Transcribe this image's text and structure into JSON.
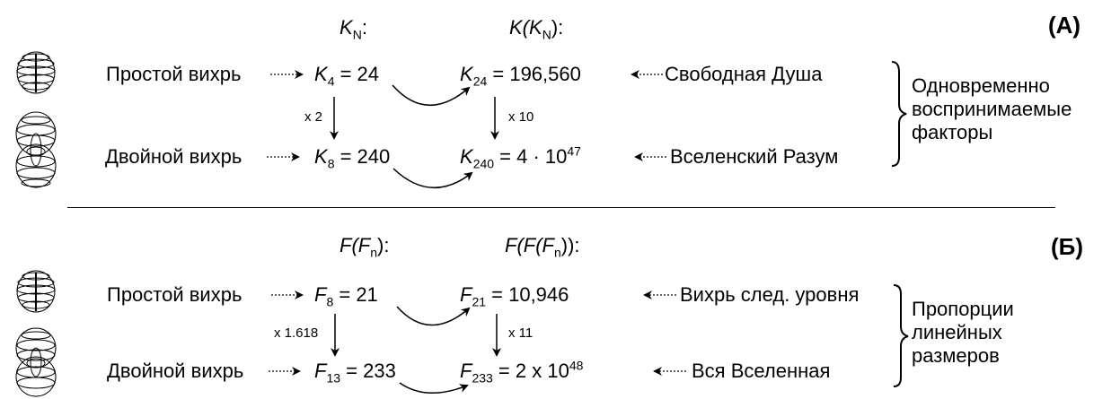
{
  "panel_a": {
    "label": "(А)",
    "col1_header_sym": "K",
    "col1_header_sub": "N",
    "col1_header_tail": ":",
    "col2_header_pre": "K(",
    "col2_header_sym": "K",
    "col2_header_sub": "N",
    "col2_header_tail": "):",
    "row1_left": "Простой вихрь",
    "row2_left": "Двойной вихрь",
    "row1_v1_sub": "4",
    "row1_v1_val": " = 24",
    "row2_v1_sub": "8",
    "row2_v1_val": " = 240",
    "row1_v2_sub": "24",
    "row1_v2_val": " = 196,560",
    "row2_v2_sub": "240",
    "row2_v2_val": " = 4 · 10",
    "row2_v2_exp": "47",
    "row1_right": "Свободная Душа",
    "row2_right": "Вселенский Разум",
    "mult1": "x 2",
    "mult2": "x 10",
    "brace_text": [
      "Одновременно",
      "воспринимаемые",
      "факторы"
    ]
  },
  "panel_b": {
    "label": "(Б)",
    "col1_header_pre": "F(",
    "col1_header_sym": "F",
    "col1_header_sub": "n",
    "col1_header_tail": "):",
    "col2_header_pre": "F(F(",
    "col2_header_sym": "F",
    "col2_header_sub": "n",
    "col2_header_tail": ")):",
    "row1_left": "Простой вихрь",
    "row2_left": "Двойной вихрь",
    "row1_v1_sub": "8",
    "row1_v1_val": " = 21",
    "row2_v1_sub": "13",
    "row2_v1_val": " = 233",
    "row1_v2_sub": "21",
    "row1_v2_val": " = 10,946",
    "row2_v2_sub": "233",
    "row2_v2_val": " = 2 x 10",
    "row2_v2_exp": "48",
    "row1_right": "Вихрь след. уровня",
    "row2_right": "Вся Вселенная",
    "mult1": "x 1.618",
    "mult2": "x 11",
    "brace_text": [
      "Пропорции",
      "линейных",
      "размеров"
    ]
  }
}
